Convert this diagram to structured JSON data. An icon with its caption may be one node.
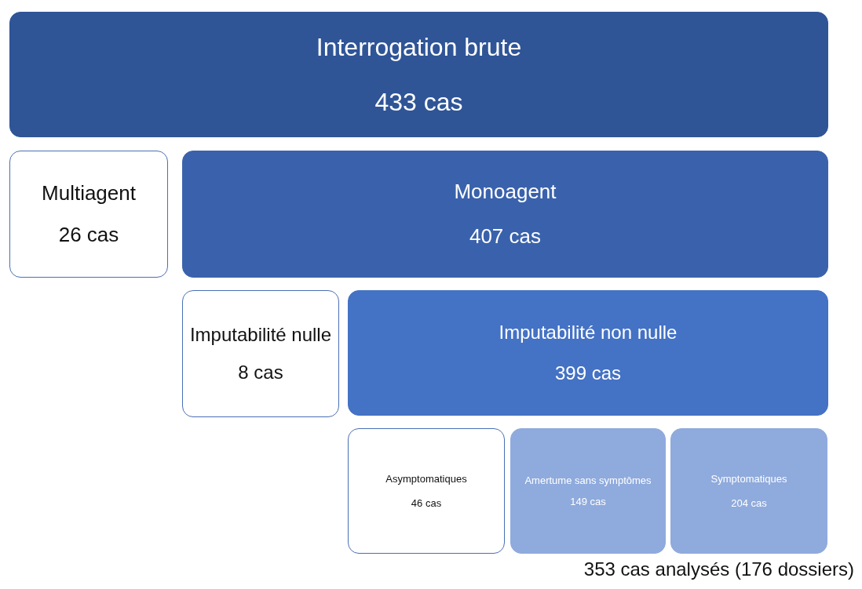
{
  "diagram": {
    "nodes": [
      {
        "text": [
          "Interrogation brute",
          "433 cas"
        ]
      },
      {
        "text": [
          "Multiagent",
          "26 cas"
        ]
      },
      {
        "text": [
          "Monoagent",
          "407 cas"
        ]
      },
      {
        "text": [
          "Imputabilité nulle",
          "8 cas"
        ]
      },
      {
        "text": [
          "Imputabilité non nulle",
          "399 cas"
        ]
      },
      {
        "text": [
          "Asymptomatiques",
          "46 cas"
        ]
      },
      {
        "text": [
          "Amertume sans symptômes",
          "149 cas"
        ]
      },
      {
        "text": [
          "Symptomatiques",
          "204 cas"
        ]
      }
    ],
    "labels": [
      "353 cas analysés (176 dossiers)"
    ]
  }
}
